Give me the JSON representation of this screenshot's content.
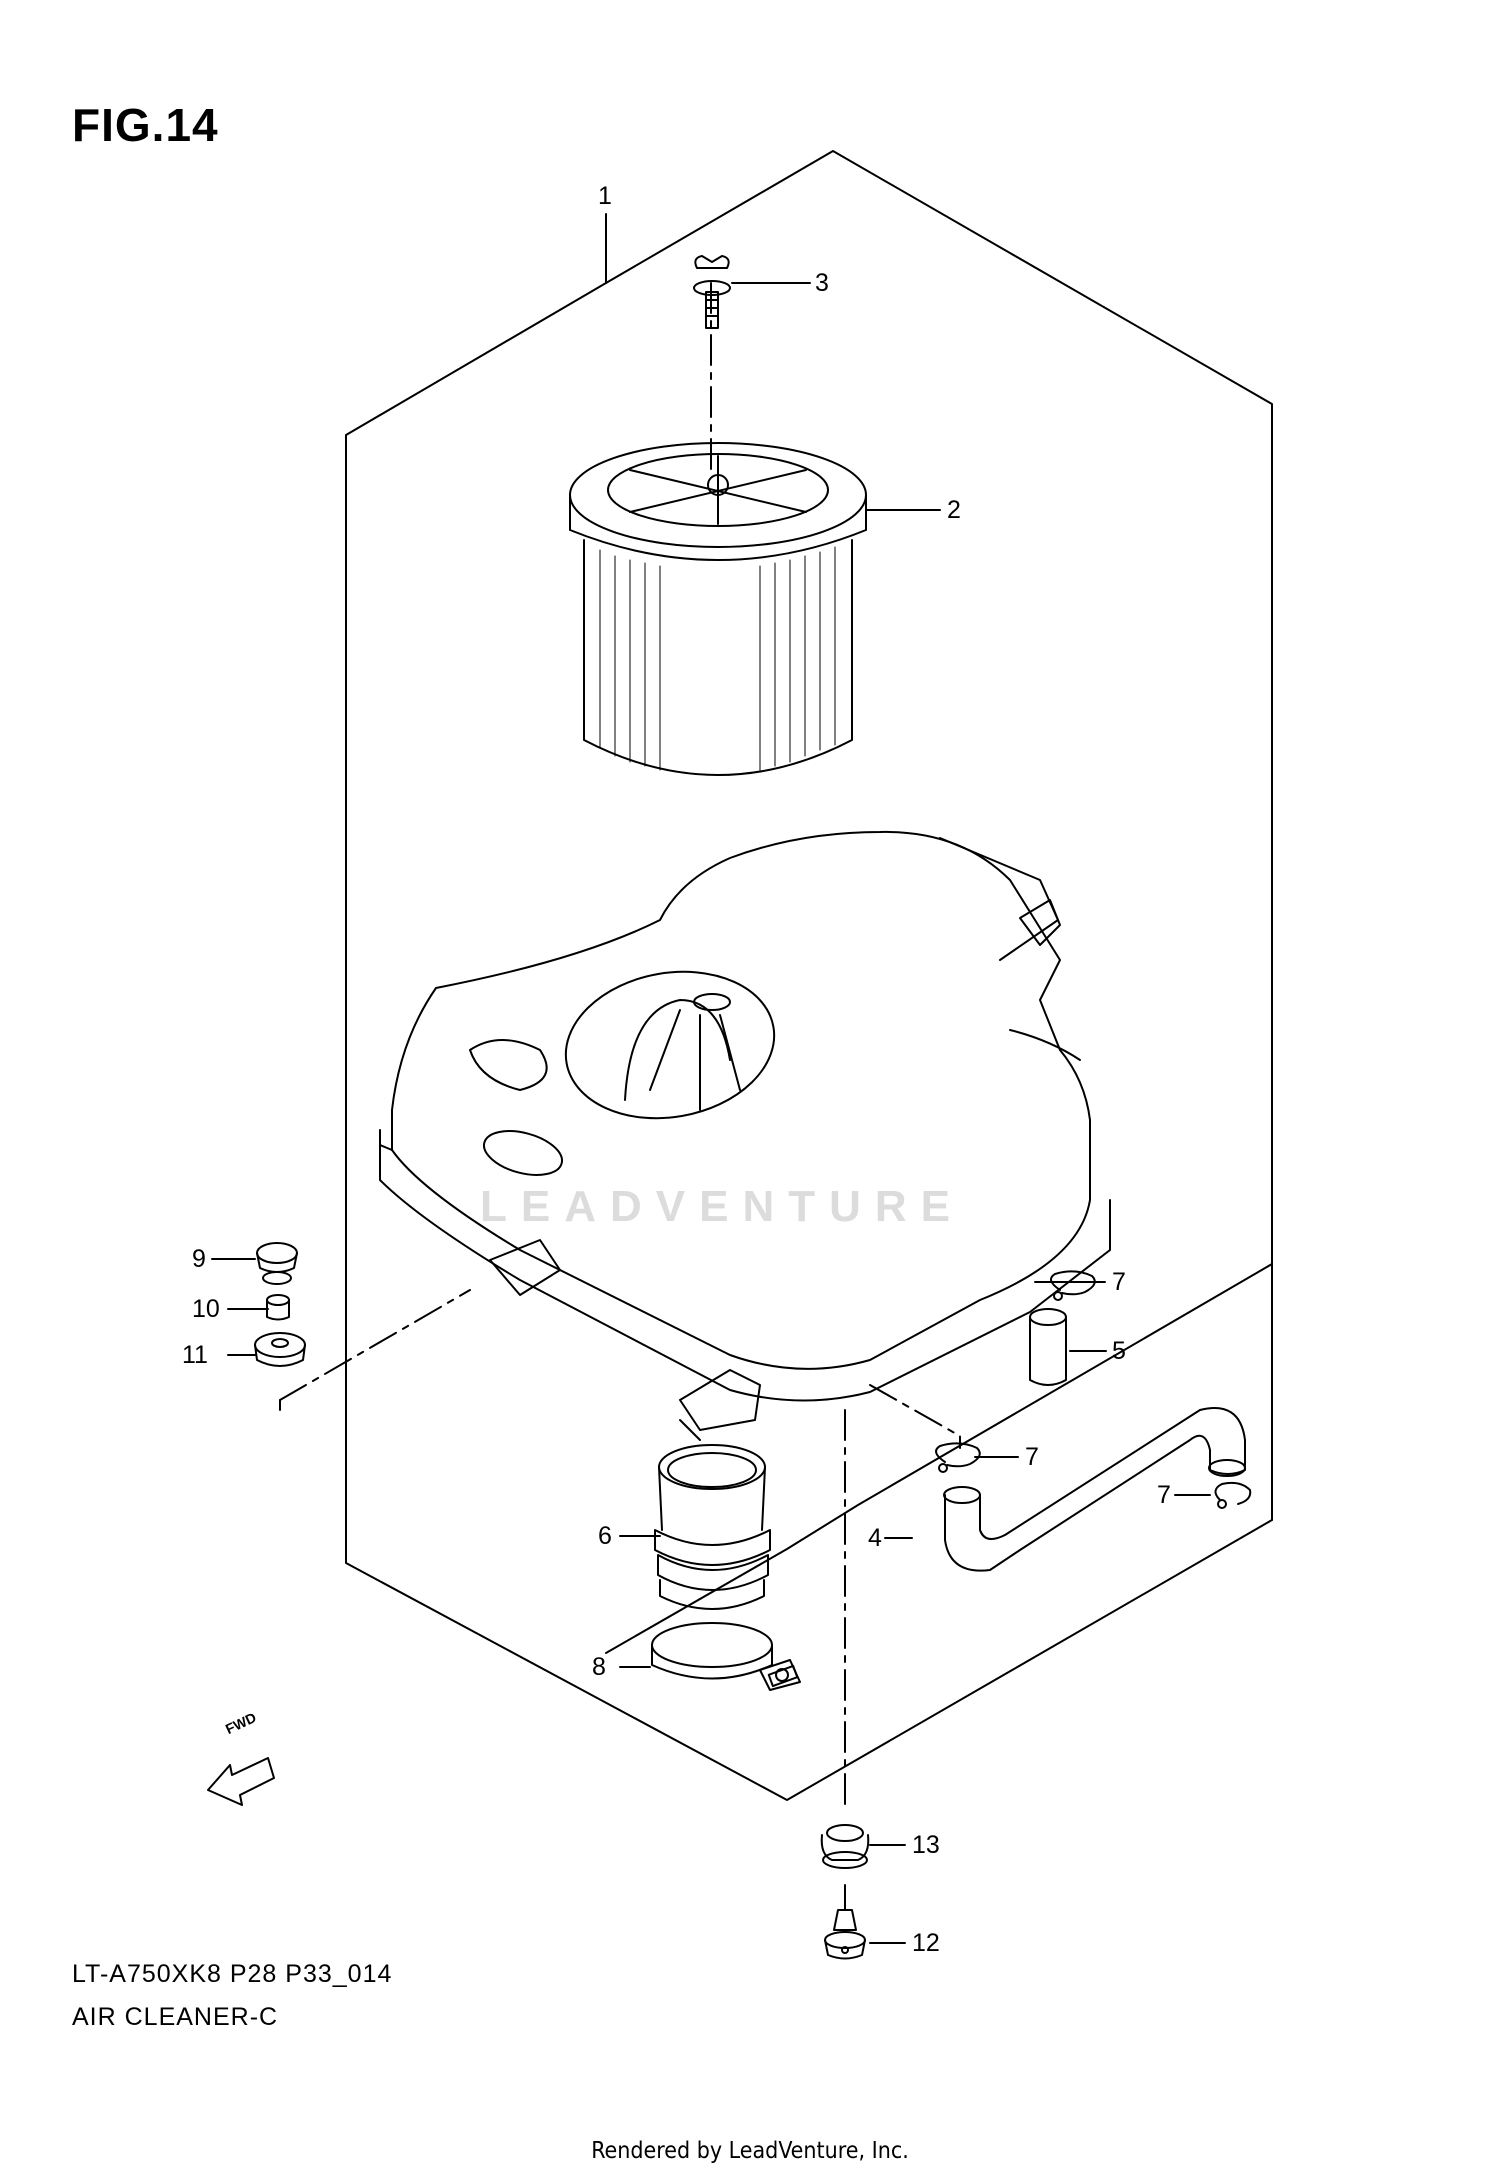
{
  "figure": {
    "title": "FIG.14",
    "model_code": "LT-A750XK8 P28 P33_014",
    "assembly_name": "AIR CLEANER-C"
  },
  "watermark": "LEADVENTURE",
  "fwd_label": "FWD",
  "callouts": [
    {
      "id": "c1",
      "label": "1"
    },
    {
      "id": "c2",
      "label": "2"
    },
    {
      "id": "c3",
      "label": "3"
    },
    {
      "id": "c4",
      "label": "4"
    },
    {
      "id": "c5",
      "label": "5"
    },
    {
      "id": "c6",
      "label": "6"
    },
    {
      "id": "c7a",
      "label": "7"
    },
    {
      "id": "c7b",
      "label": "7"
    },
    {
      "id": "c7c",
      "label": "7"
    },
    {
      "id": "c8",
      "label": "8"
    },
    {
      "id": "c9",
      "label": "9"
    },
    {
      "id": "c10",
      "label": "10"
    },
    {
      "id": "c11",
      "label": "11"
    },
    {
      "id": "c12",
      "label": "12"
    },
    {
      "id": "c13",
      "label": "13"
    }
  ],
  "credit": "Rendered by LeadVenture, Inc."
}
